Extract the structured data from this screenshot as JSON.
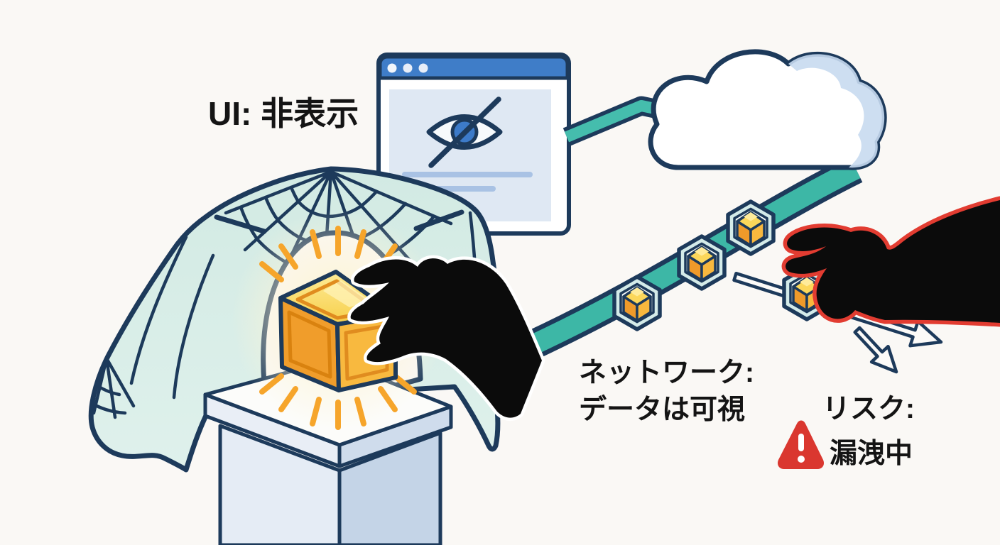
{
  "illustration": {
    "description": "Concept illustration: data hidden in the UI but visible and leaking on the network",
    "labels": {
      "ui_hidden": "UI: 非表示",
      "network_line1": "ネットワーク:",
      "network_line2": "データは可視",
      "risk_title": "リスク:",
      "risk_status": "漏洩中"
    },
    "icons": {
      "browser_window": "browser-window",
      "eye_slash": "hidden-eye",
      "cloud": "cloud",
      "spider_web": "cobweb-canopy",
      "data_cube": "glowing-data-cube",
      "cube_badge": "hex-data-packet",
      "thief_hand": "black-grabbing-hand",
      "attacker_hand": "red-outlined-grabbing-hand",
      "warning_triangle": "warning-triangle",
      "leak_arrows": "outbound-leak-arrows"
    },
    "colors": {
      "background": "#faf8f5",
      "navy_outline": "#1d3a5b",
      "teal_pipe": "#3db7a6",
      "browser_blue": "#3f7dc8",
      "panel_blue": "#dfe8f3",
      "line_blue": "#a9c2e4",
      "cloud_shade": "#c8daf0",
      "mint_web": "#d6ece6",
      "cube_top": "#fbdf63",
      "cube_left": "#f09d2b",
      "cube_right": "#f8b93f",
      "ray_orange": "#f6a52b",
      "pedestal_light": "#e9eef6",
      "pedestal_dark": "#c4d4e7",
      "hand_black": "#0b0b0b",
      "alert_red": "#da372f",
      "hand_red_outline": "#e23c31",
      "text_black": "#141414"
    }
  }
}
